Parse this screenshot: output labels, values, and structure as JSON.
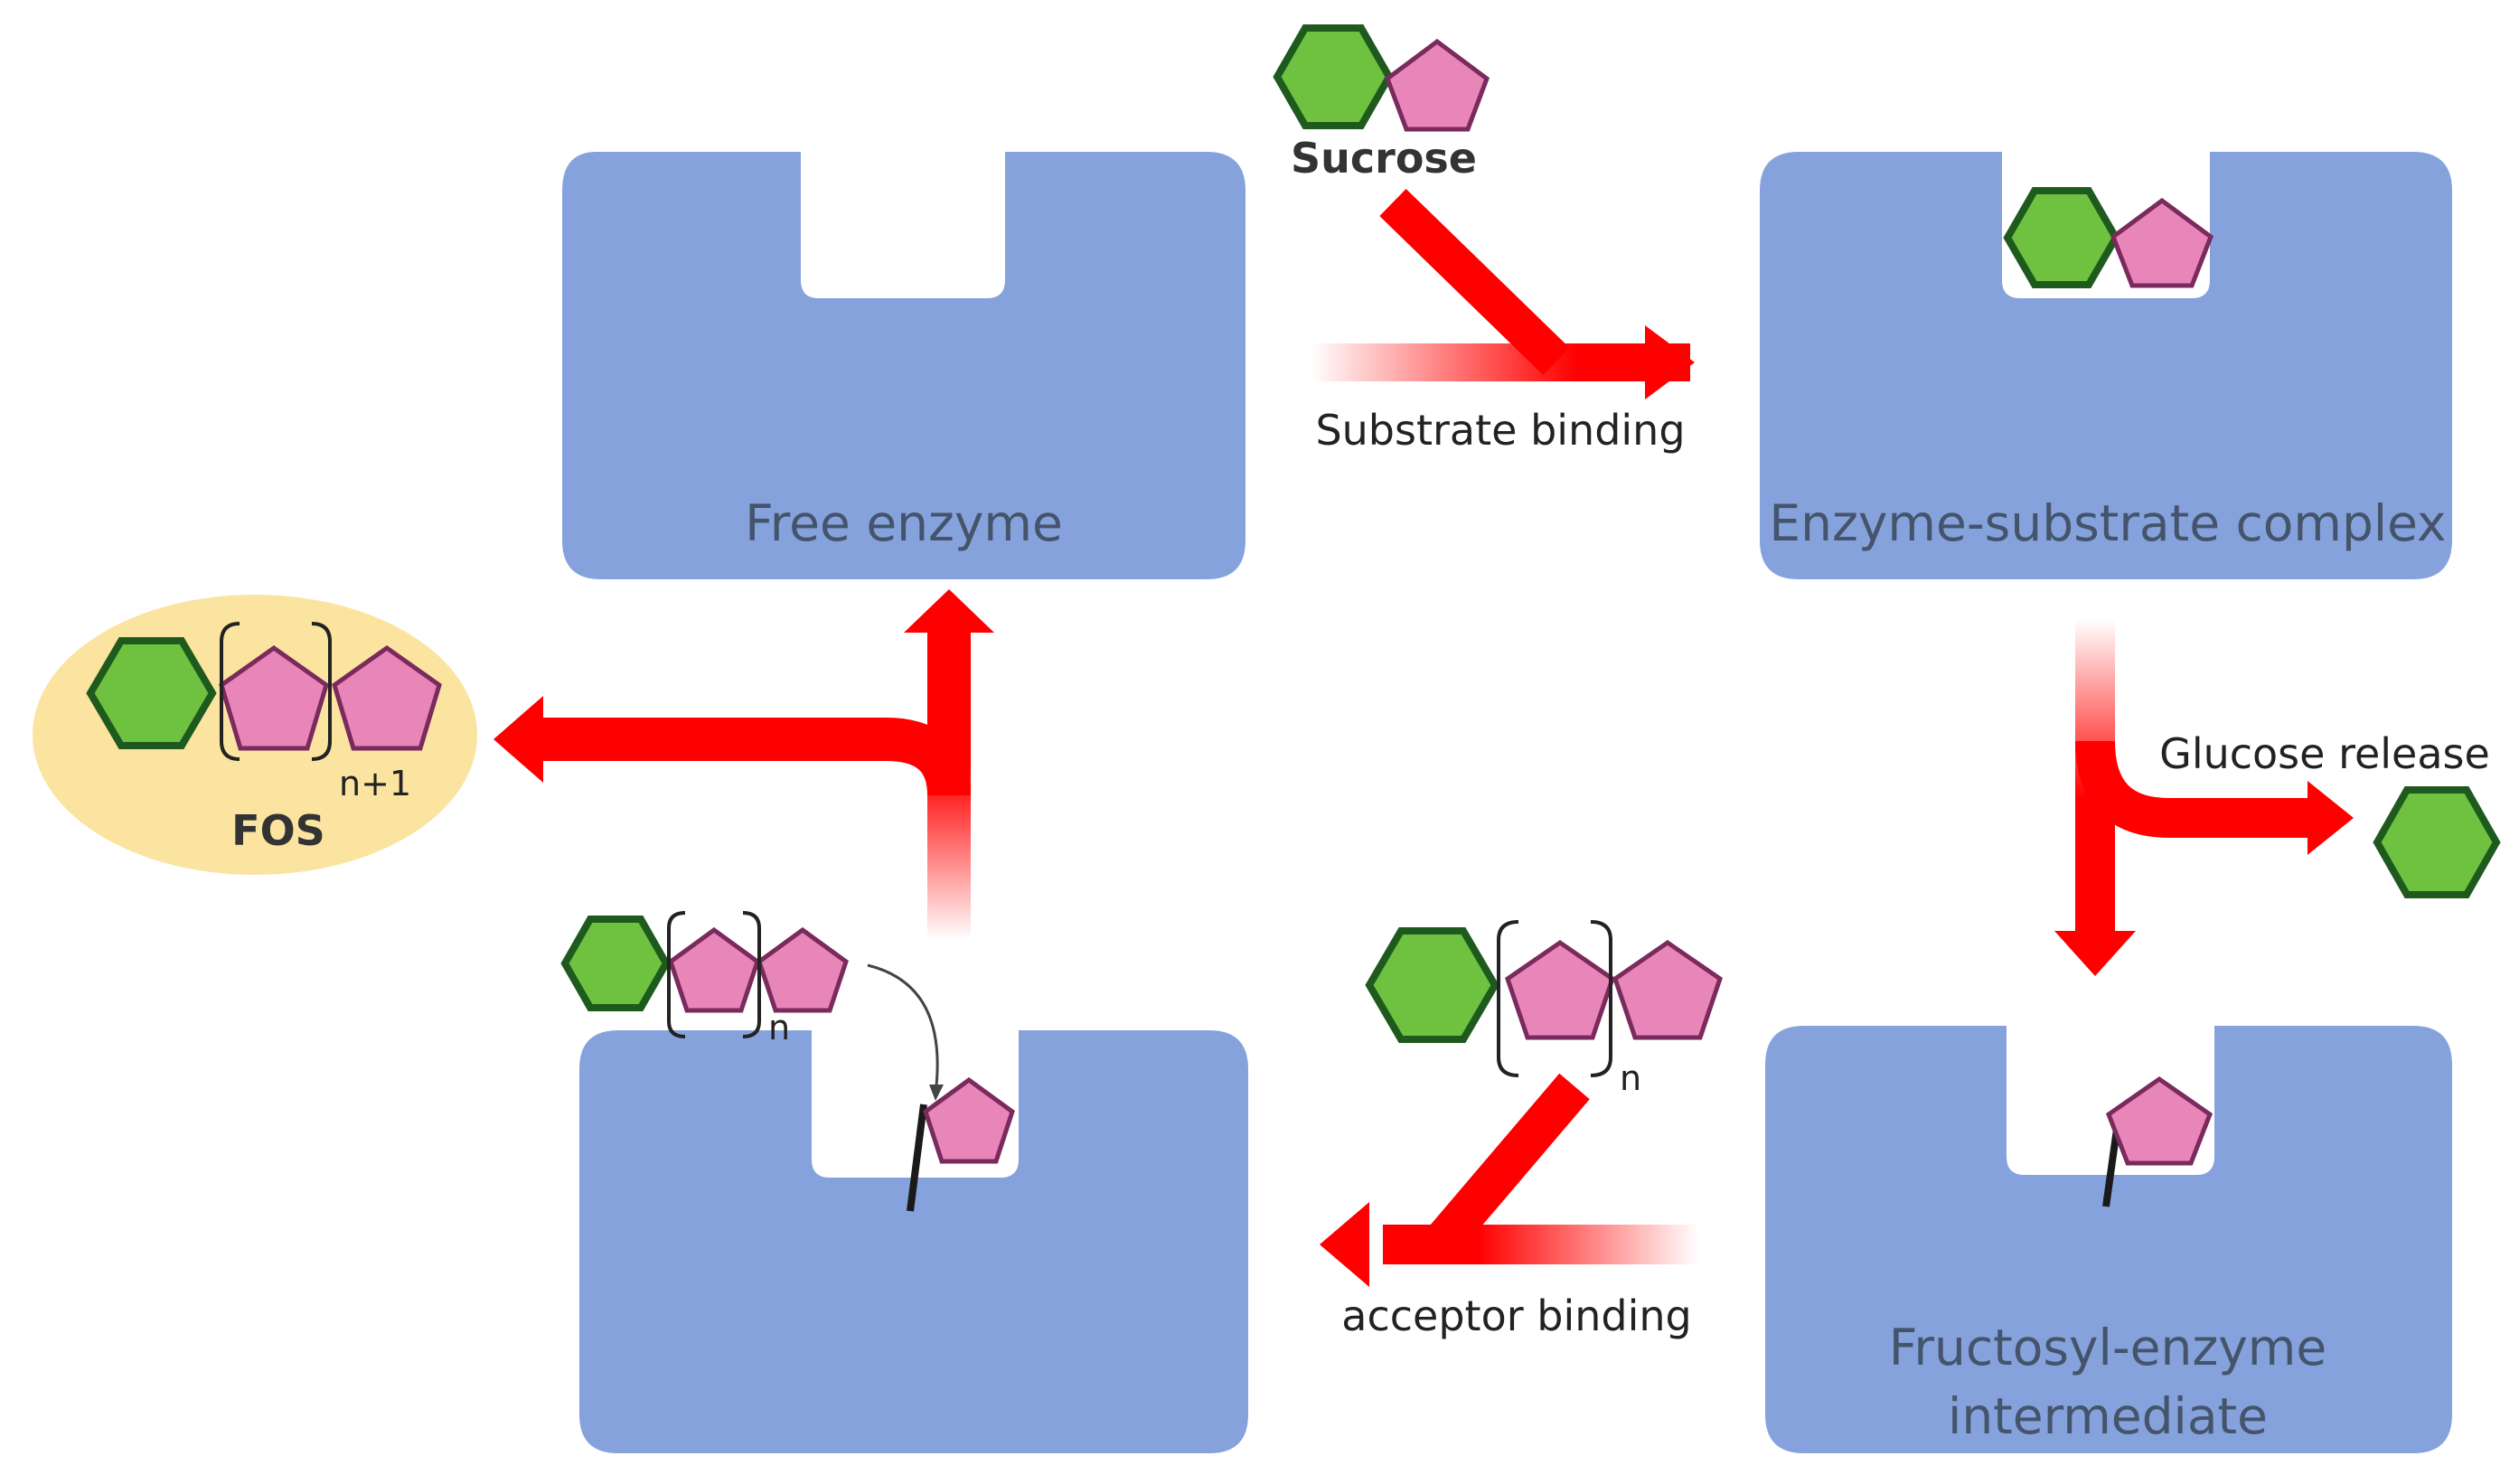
{
  "labels": {
    "free_enzyme": "Free enzyme",
    "enzyme_substrate_complex": "Enzyme-substrate complex",
    "fructosyl_enzyme_line1": "Fructosyl-enzyme",
    "fructosyl_enzyme_line2": "intermediate",
    "sucrose": "Sucrose",
    "substrate_binding": "Substrate binding",
    "glucose_release": "Glucose release",
    "acceptor_binding": "acceptor binding",
    "fos": "FOS",
    "subscript_n": "n",
    "subscript_n_plus_1": "n+1"
  },
  "colors": {
    "enzyme": "#86a2dd",
    "arrow": "#ff0000",
    "glucose_fill": "#6fc140",
    "glucose_stroke": "#1e5a1e",
    "fructose_fill": "#e986b9",
    "fructose_stroke": "#7a2a5c",
    "fos_background": "#fbe3a0"
  },
  "icons": {
    "glucose": "green-hexagon",
    "fructose": "pink-pentagon"
  }
}
